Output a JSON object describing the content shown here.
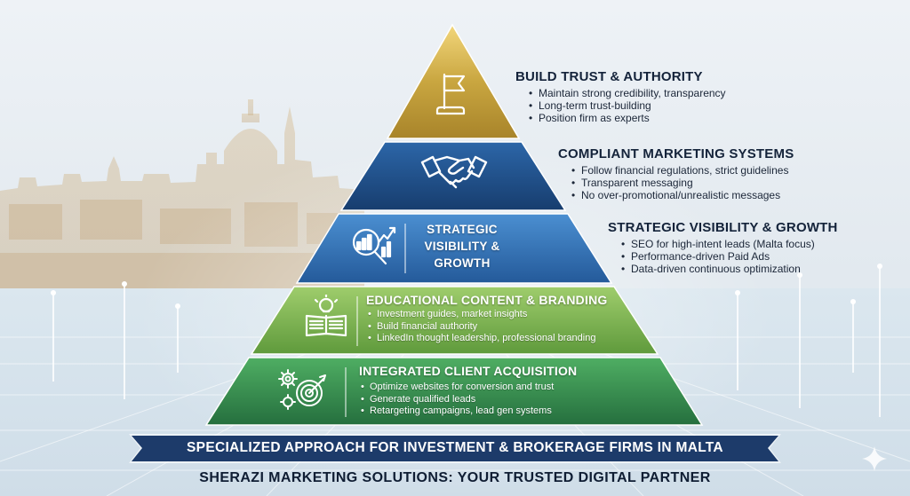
{
  "tiers": [
    {
      "id": "build-trust",
      "title": "BUILD TRUST & AUTHORITY",
      "icon": "flag-icon",
      "bullets": [
        "Maintain strong credibility, transparency",
        "Long-term trust-building",
        "Position firm as experts"
      ],
      "color": "#c9a640"
    },
    {
      "id": "compliant",
      "title": "COMPLIANT MARKETING SYSTEMS",
      "icon": "handshake-icon",
      "bullets": [
        "Follow financial regulations, strict guidelines",
        "Transparent messaging",
        "No over-promotional/unrealistic messages"
      ],
      "color": "#1f4d86"
    },
    {
      "id": "visibility",
      "title": "STRATEGIC VISIBILITY & GROWTH",
      "center_lines": [
        "STRATEGIC",
        "VISIBILITY &",
        "GROWTH"
      ],
      "icon": "analytics-magnifier-icon",
      "bullets": [
        "SEO for high-intent leads (Malta focus)",
        "Performance-driven Paid Ads",
        "Data-driven continuous optimization"
      ],
      "color": "#2f6fb3"
    },
    {
      "id": "educational",
      "title": "EDUCATIONAL CONTENT & BRANDING",
      "icon": "book-lightbulb-icon",
      "bullets": [
        "Investment guides, market insights",
        "Build financial authority",
        "LinkedIn thought leadership, professional branding"
      ],
      "color": "#74ad4e"
    },
    {
      "id": "acquisition",
      "title": "INTEGRATED CLIENT ACQUISITION",
      "icon": "gears-target-icon",
      "bullets": [
        "Optimize websites for conversion and trust",
        "Generate qualified leads",
        "Retargeting campaigns, lead gen systems"
      ],
      "color": "#2f8f4e"
    }
  ],
  "banner": "SPECIALIZED APPROACH FOR INVESTMENT & BROKERAGE FIRMS IN MALTA",
  "footer": "SHERAZI MARKETING SOLUTIONS: YOUR TRUSTED DIGITAL PARTNER",
  "colors": {
    "banner": "#1d3b6a",
    "text_dark": "#14233a"
  }
}
